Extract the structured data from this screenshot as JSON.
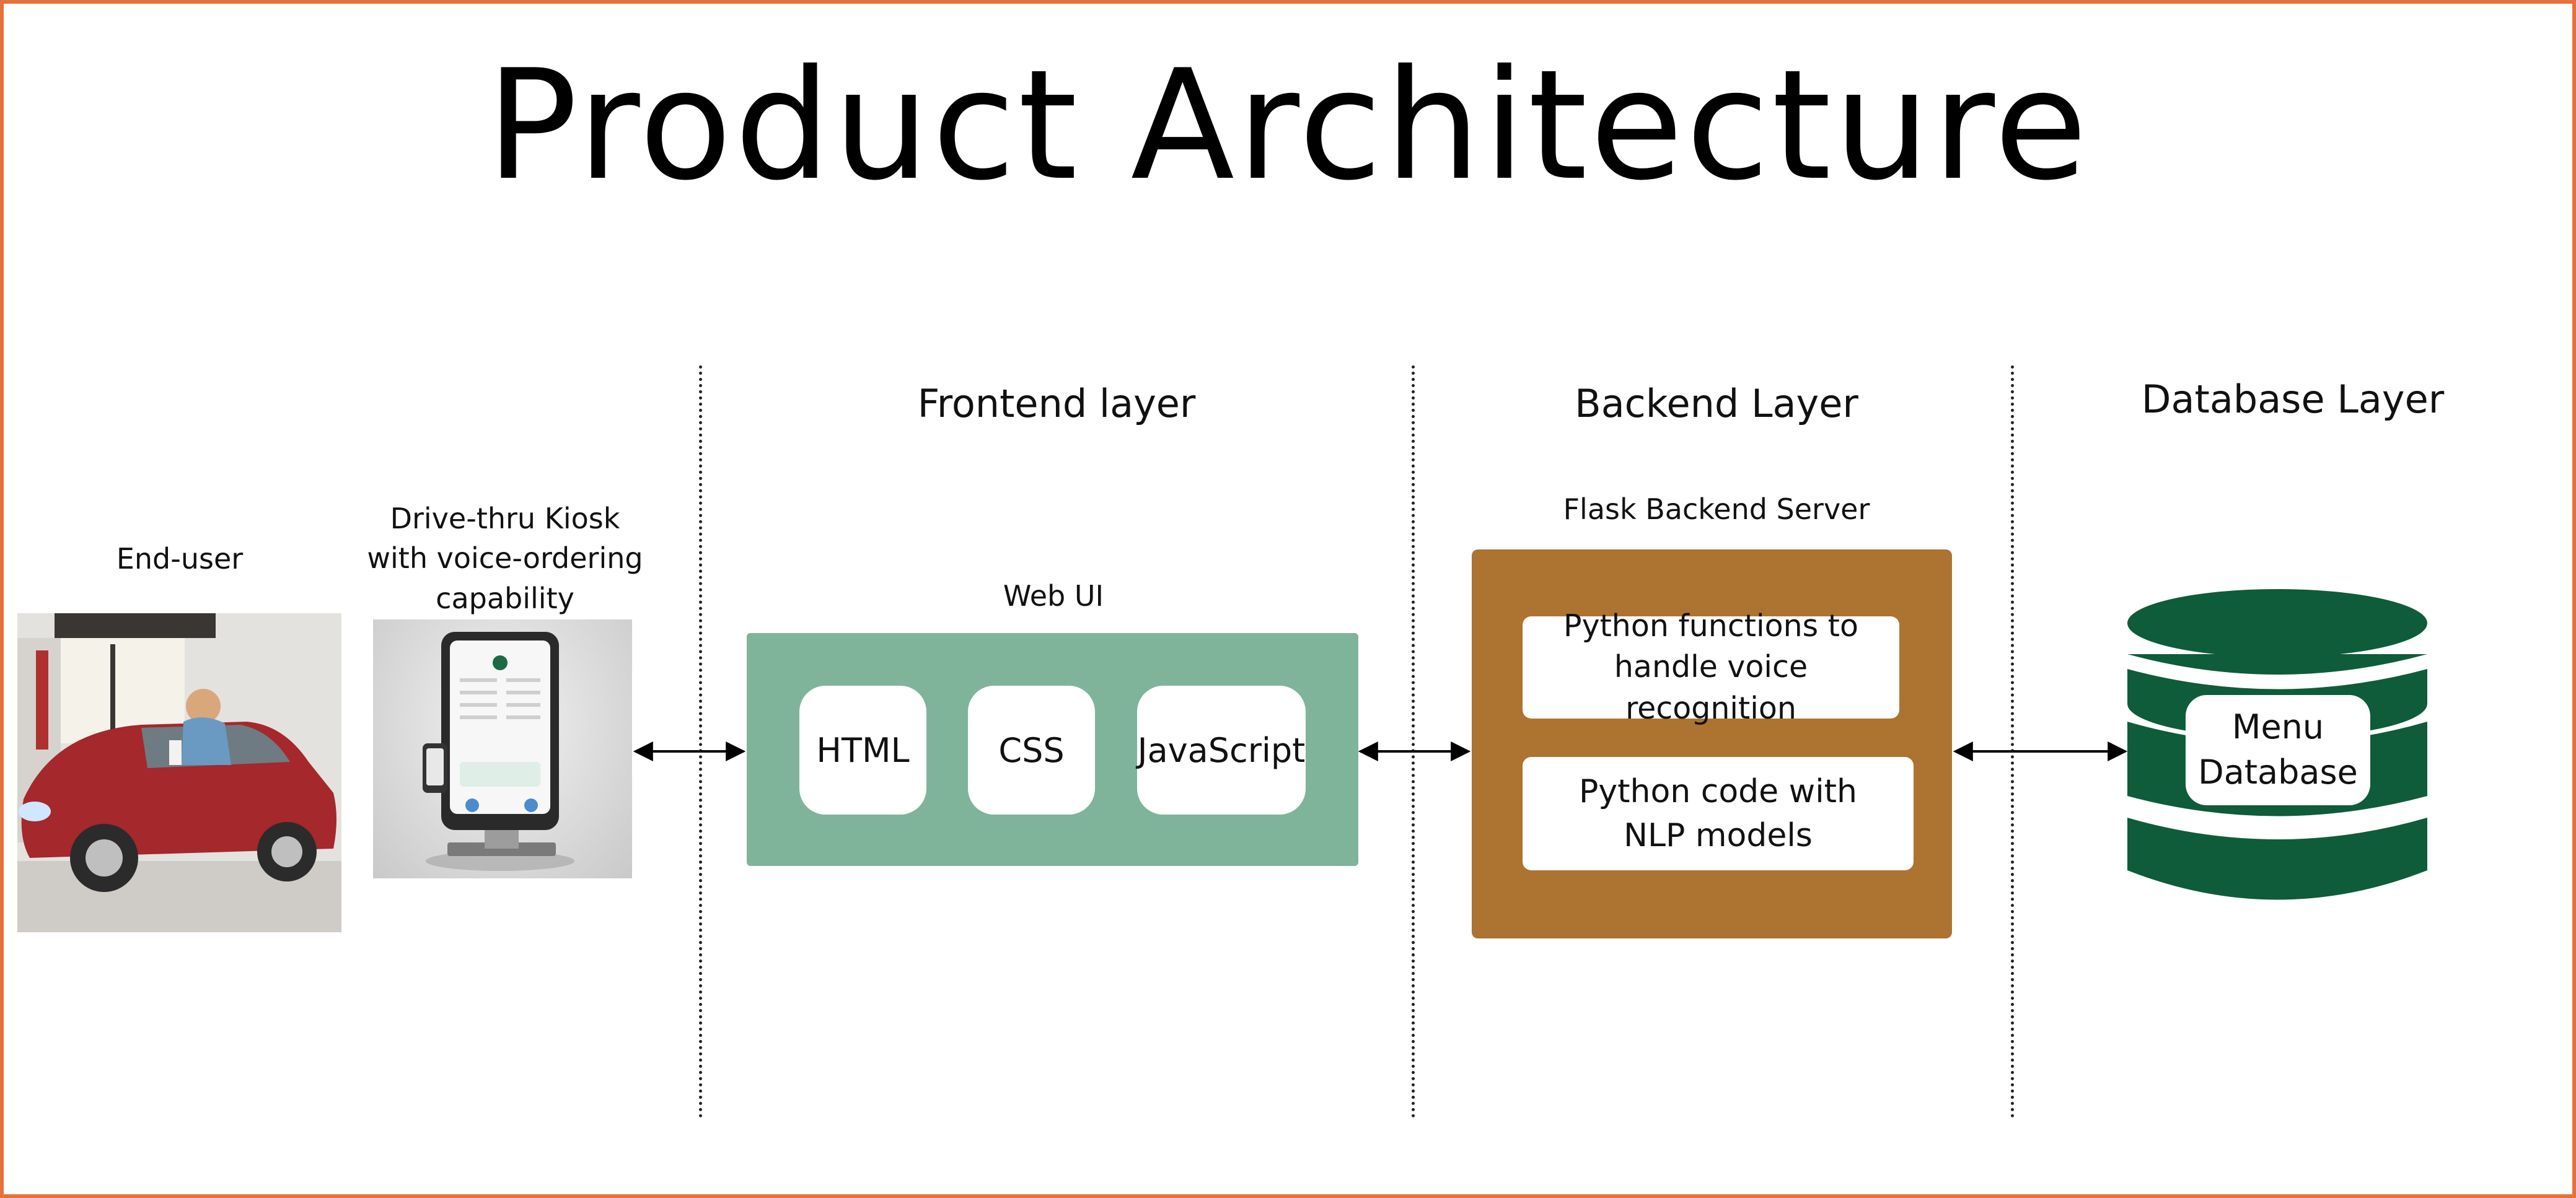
{
  "title": "Product Architecture",
  "layers": {
    "frontend": "Frontend layer",
    "backend": "Backend Layer",
    "database": "Database Layer"
  },
  "end_user": {
    "label": "End-user"
  },
  "kiosk": {
    "label": "Drive-thru Kiosk\nwith voice-ordering\ncapability"
  },
  "web_ui": {
    "label": "Web UI",
    "items": [
      "HTML",
      "CSS",
      "JavaScript"
    ]
  },
  "flask": {
    "label": "Flask Backend Server",
    "cards": [
      "Python functions to handle voice recognition",
      "Python code with NLP models"
    ]
  },
  "database": {
    "label": "Menu Database"
  },
  "colors": {
    "frame": "#E8703A",
    "web_ui": "#7FB49B",
    "flask": "#AC7430",
    "database": "#0F5C3A"
  }
}
